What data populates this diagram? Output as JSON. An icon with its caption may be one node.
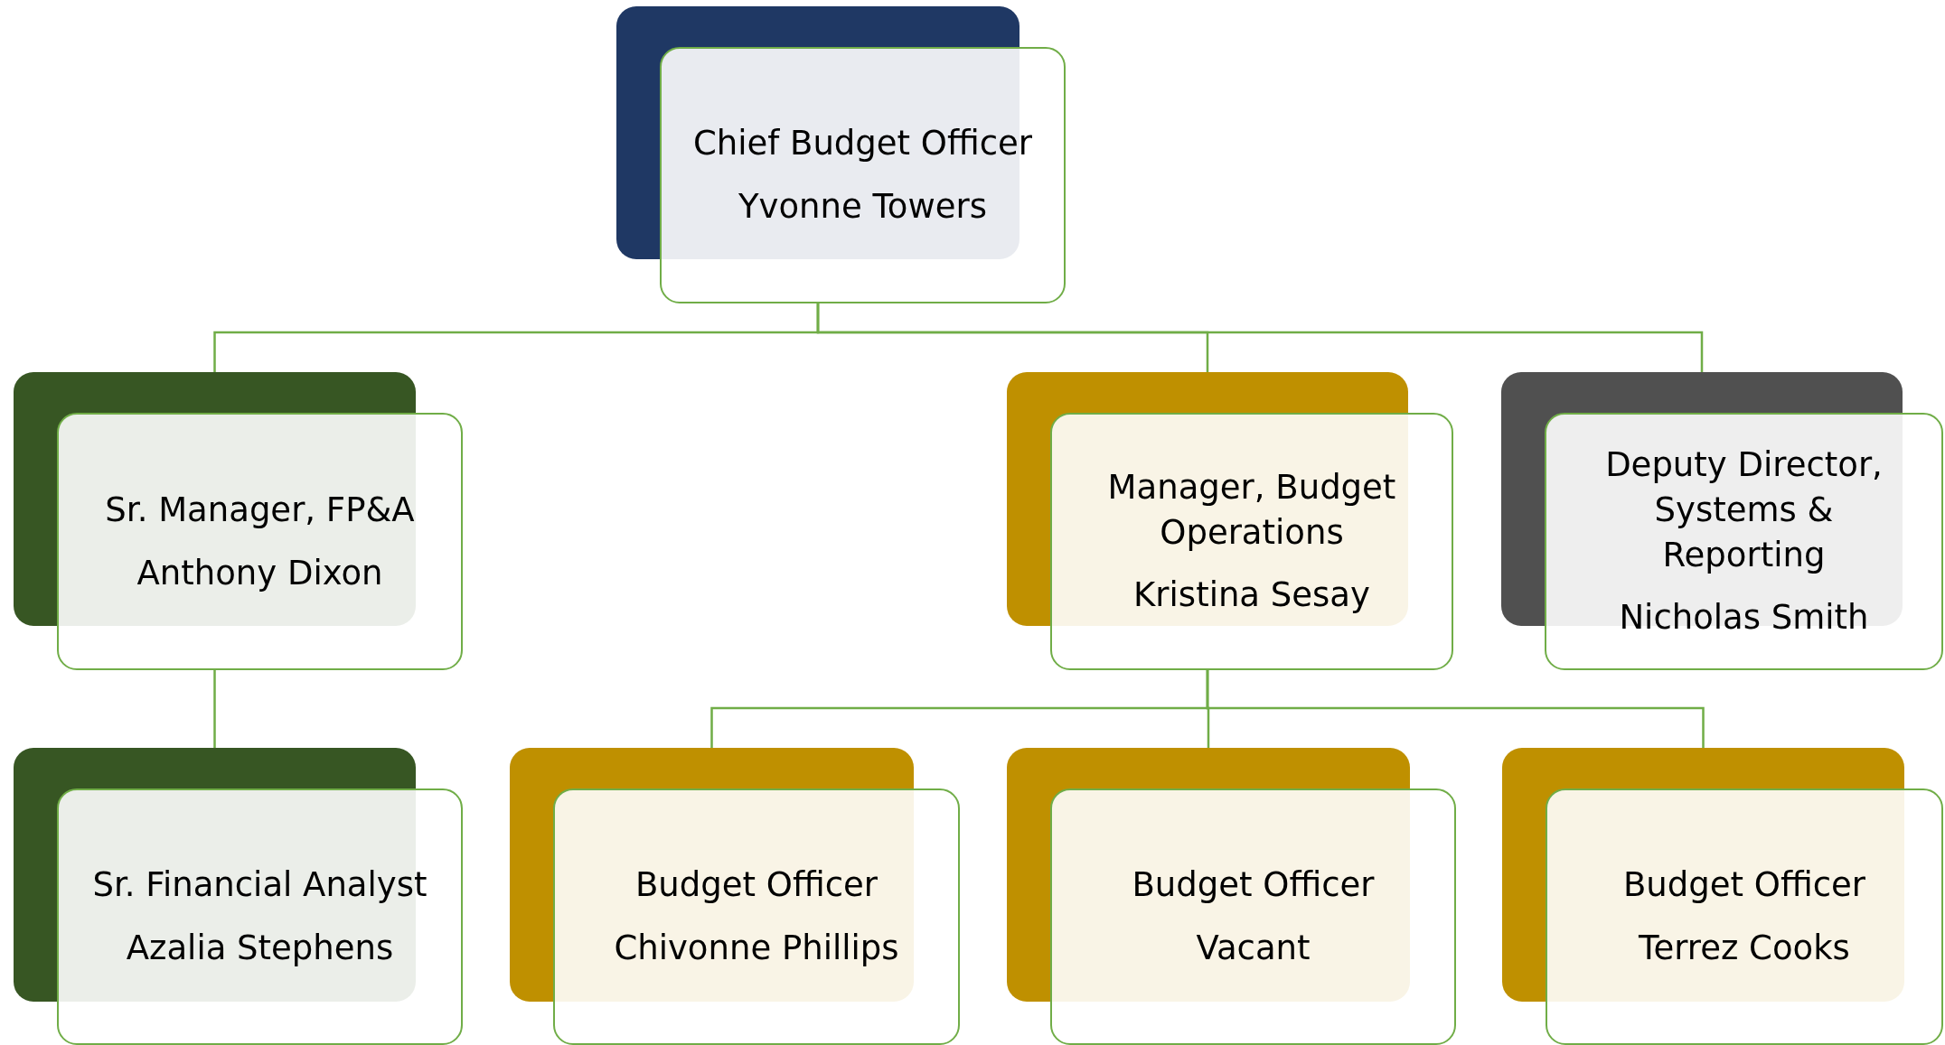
{
  "diagram": {
    "nodes": [
      {
        "text": [
          "Chief Budget Officer",
          "Yvonne Towers"
        ]
      },
      {
        "text": [
          "Sr. Manager, FP&A",
          "Anthony Dixon"
        ]
      },
      {
        "text": [
          "Manager, Budget Operations",
          "Kristina Sesay"
        ]
      },
      {
        "text": [
          "Deputy Director, Systems & Reporting",
          "Nicholas Smith"
        ]
      },
      {
        "text": [
          "Sr. Financial Analyst",
          "Azalia Stephens"
        ]
      },
      {
        "text": [
          "Budget Officer",
          "Chivonne Phillips"
        ]
      },
      {
        "text": [
          "Budget Officer",
          "Vacant"
        ]
      },
      {
        "text": [
          "Budget Officer",
          "Terrez Cooks"
        ]
      }
    ],
    "edges": [
      {
        "from": 0,
        "to": 1,
        "arrow": "none"
      },
      {
        "from": 0,
        "to": 2,
        "arrow": "none"
      },
      {
        "from": 0,
        "to": 3,
        "arrow": "none"
      },
      {
        "from": 1,
        "to": 4,
        "arrow": "none"
      },
      {
        "from": 2,
        "to": 5,
        "arrow": "none"
      },
      {
        "from": 2,
        "to": 6,
        "arrow": "none"
      },
      {
        "from": 2,
        "to": 7,
        "arrow": "none"
      }
    ]
  }
}
